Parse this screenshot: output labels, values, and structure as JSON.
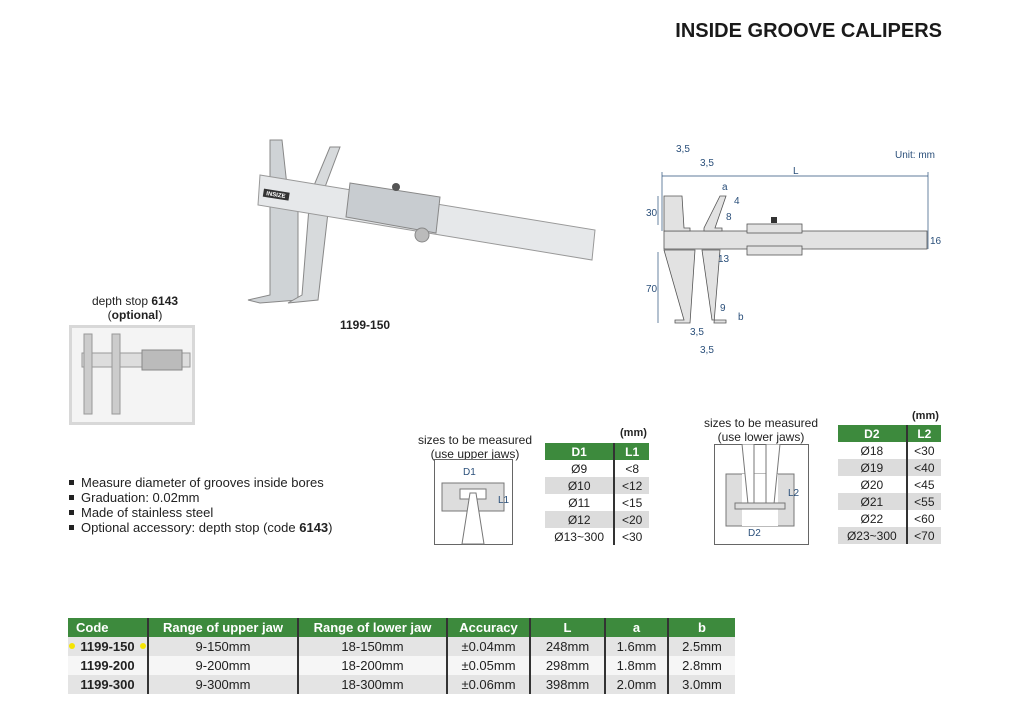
{
  "title": "INSIDE GROOVE CALIPERS",
  "product_image": {
    "model": "1199-150",
    "brand": "INSIZE"
  },
  "depth_stop": {
    "label": "depth stop",
    "code": "6143",
    "optional": "optional"
  },
  "drawing": {
    "unit": "Unit: mm",
    "labels": {
      "L": "L",
      "a": "a",
      "b": "b",
      "d30": "30",
      "d70": "70",
      "d16": "16",
      "d4": "4",
      "d8": "8",
      "d13": "13",
      "d9": "9",
      "d35": "3,5"
    }
  },
  "features": [
    "Measure diameter of grooves inside bores",
    "Graduation: 0.02mm",
    "Made of stainless steel"
  ],
  "feature_accessory": {
    "text": "Optional accessory: depth stop (code ",
    "code": "6143",
    "end": ")"
  },
  "upper": {
    "caption1": "sizes to be measured",
    "caption2": "(use upper jaws)",
    "d_label": "D1",
    "l_label": "L1",
    "unit": "(mm)",
    "headers": [
      "D1",
      "L1"
    ],
    "rows": [
      [
        "Ø9",
        "<8"
      ],
      [
        "Ø10",
        "<12"
      ],
      [
        "Ø11",
        "<15"
      ],
      [
        "Ø12",
        "<20"
      ],
      [
        "Ø13~300",
        "<30"
      ]
    ]
  },
  "lower": {
    "caption1": "sizes to be measured",
    "caption2": "(use lower jaws)",
    "d_label": "D2",
    "l_label": "L2",
    "unit": "(mm)",
    "headers": [
      "D2",
      "L2"
    ],
    "rows": [
      [
        "Ø18",
        "<30"
      ],
      [
        "Ø19",
        "<40"
      ],
      [
        "Ø20",
        "<45"
      ],
      [
        "Ø21",
        "<55"
      ],
      [
        "Ø22",
        "<60"
      ],
      [
        "Ø23~300",
        "<70"
      ]
    ]
  },
  "main_table": {
    "headers": [
      "Code",
      "Range of upper jaw",
      "Range of lower jaw",
      "Accuracy",
      "L",
      "a",
      "b"
    ],
    "rows": [
      [
        "1199-150",
        "9-150mm",
        "18-150mm",
        "±0.04mm",
        "248mm",
        "1.6mm",
        "2.5mm"
      ],
      [
        "1199-200",
        "9-200mm",
        "18-200mm",
        "±0.05mm",
        "298mm",
        "1.8mm",
        "2.8mm"
      ],
      [
        "1199-300",
        "9-300mm",
        "18-300mm",
        "±0.06mm",
        "398mm",
        "2.0mm",
        "3.0mm"
      ]
    ]
  },
  "colors": {
    "header_green": "#3d8a3d",
    "highlight": "#f5e400",
    "dim_blue": "#2a4f7a"
  }
}
